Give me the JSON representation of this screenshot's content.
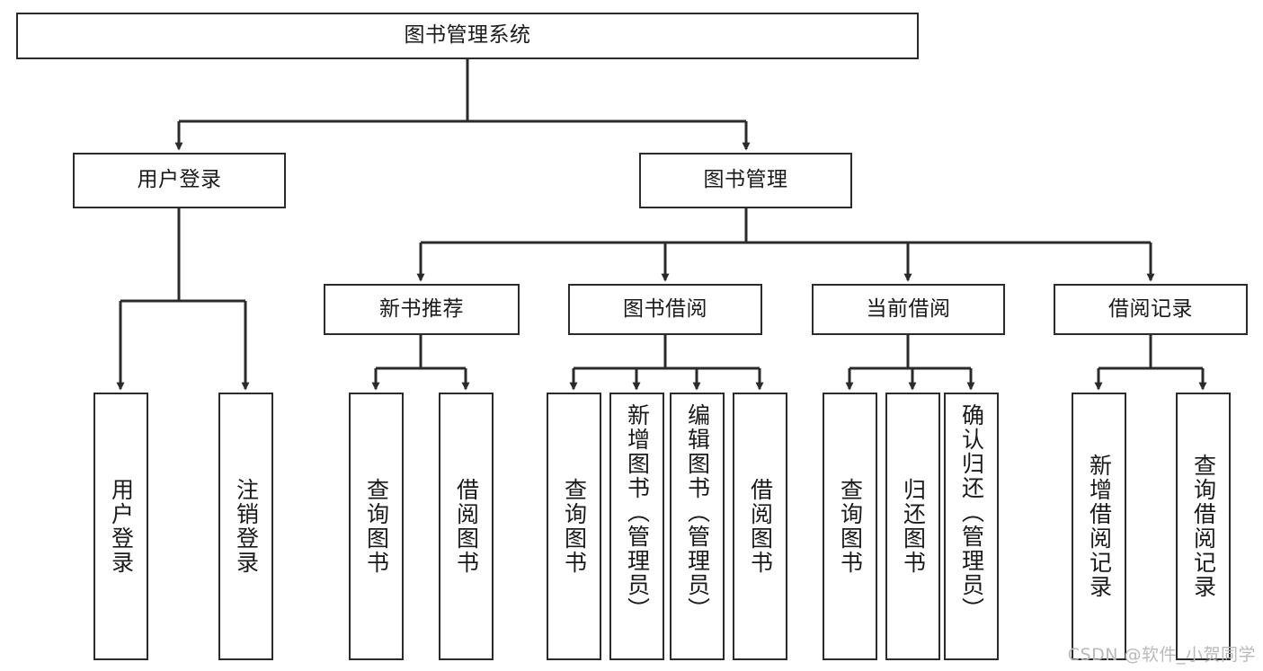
{
  "diagram": {
    "title": "图书管理系统",
    "type": "tree-hierarchy-chart",
    "watermark": "CSDN @软件_小贺同学",
    "colors": {
      "background": "#ffffff",
      "box_border": "#2b2b2b",
      "box_fill": "#ffffff",
      "text": "#1a1a1a",
      "edge": "#2b2b2b",
      "watermark": "#b9b9b9"
    },
    "levels": {
      "root": {
        "label": "图书管理系统"
      },
      "level2": [
        {
          "label": "用户登录"
        },
        {
          "label": "图书管理"
        }
      ],
      "level3": [
        {
          "label": "新书推荐"
        },
        {
          "label": "图书借阅"
        },
        {
          "label": "当前借阅"
        },
        {
          "label": "借阅记录"
        }
      ],
      "leaves": {
        "user_login": [
          {
            "label": "用户登录"
          },
          {
            "label": "注销登录"
          }
        ],
        "new_book_recommend": [
          {
            "label": "查询图书"
          },
          {
            "label": "借阅图书"
          }
        ],
        "book_borrow": [
          {
            "label": "查询图书"
          },
          {
            "label": "新增图书（管理员）"
          },
          {
            "label": "编辑图书（管理员）"
          },
          {
            "label": "借阅图书"
          }
        ],
        "current_borrow": [
          {
            "label": "查询图书"
          },
          {
            "label": "归还图书"
          },
          {
            "label": "确认归还（管理员）"
          }
        ],
        "borrow_record": [
          {
            "label": "新增借阅记录"
          },
          {
            "label": "查询借阅记录"
          }
        ]
      }
    }
  }
}
